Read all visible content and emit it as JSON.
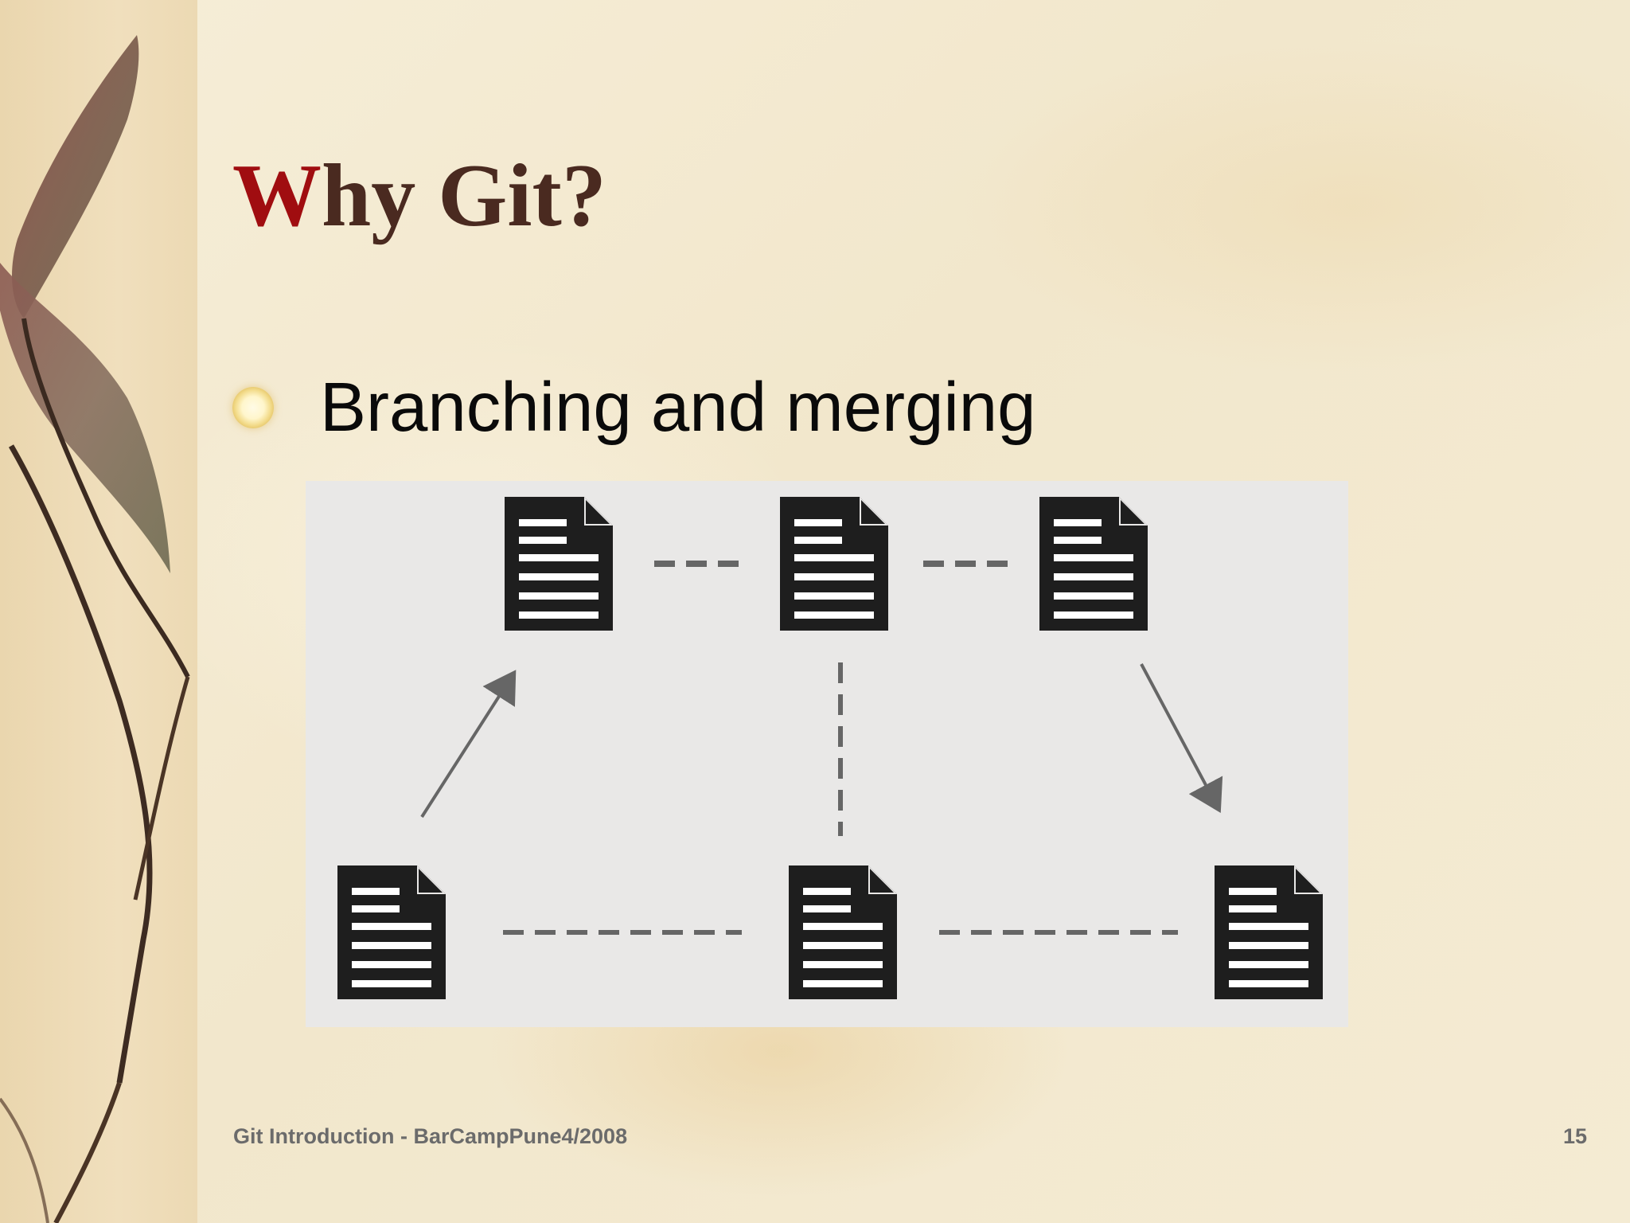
{
  "slide": {
    "title_first_letter": "W",
    "title_rest": "hy Git?",
    "bullet": "Branching and merging",
    "footer": "Git Introduction - BarCampPune4/2008",
    "page_number": "15"
  },
  "diagram": {
    "nodes": [
      {
        "id": "top-1",
        "icon": "document-icon"
      },
      {
        "id": "top-2",
        "icon": "document-icon"
      },
      {
        "id": "top-3",
        "icon": "document-icon"
      },
      {
        "id": "bottom-1",
        "icon": "document-icon"
      },
      {
        "id": "bottom-2",
        "icon": "document-icon"
      },
      {
        "id": "bottom-3",
        "icon": "document-icon"
      }
    ],
    "edges": [
      {
        "from": "top-1",
        "to": "top-2",
        "style": "dashed"
      },
      {
        "from": "top-2",
        "to": "top-3",
        "style": "dashed"
      },
      {
        "from": "bottom-1",
        "to": "bottom-2",
        "style": "dashed"
      },
      {
        "from": "bottom-2",
        "to": "bottom-3",
        "style": "dashed"
      },
      {
        "from": "top-2",
        "to": "bottom-2",
        "style": "dashed"
      },
      {
        "from": "bottom-1",
        "to": "top-1",
        "style": "arrow"
      },
      {
        "from": "top-3",
        "to": "bottom-3",
        "style": "arrow"
      }
    ]
  },
  "colors": {
    "title": "#4a2a20",
    "title_accent": "#a00d10",
    "diagram_background": "#e9e8e7",
    "document_fill": "#1e1e1e",
    "edge": "#666666"
  }
}
